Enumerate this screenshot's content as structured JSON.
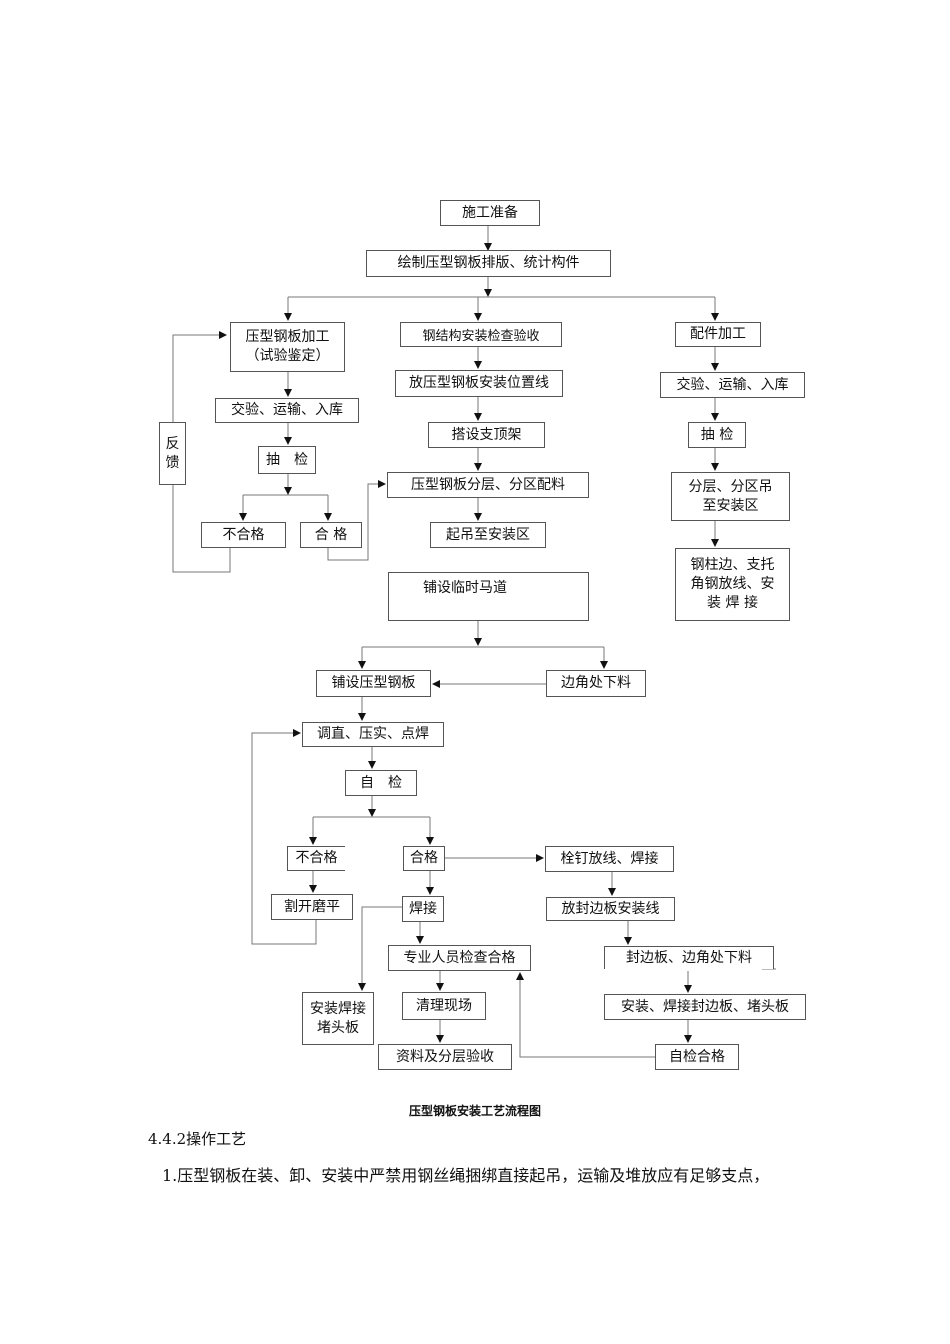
{
  "flowchart": {
    "start": "施工准备",
    "draw": "绘制压型钢板排版、统计构件",
    "left": {
      "process": "压型钢板加工\n（试验鉴定）",
      "transport": "交验、运输、入库",
      "inspect": "抽　检",
      "fail": "不合格",
      "pass": "合 格",
      "feedback": "反\n馈"
    },
    "center": {
      "accept": "钢结构安装检查验收",
      "setout": "放压型钢板安装位置线",
      "frame": "搭设支顶架",
      "layer": "压型钢板分层、分区配料",
      "lift": "起吊至安装区",
      "walkway": "铺设临时马道"
    },
    "right": {
      "process": "配件加工",
      "transport": "交验、运输、入库",
      "inspect": "抽 检",
      "zone": "分层、分区吊\n至安装区",
      "column": "钢柱边、支托\n角钢放线、安\n装 焊 接"
    },
    "install": {
      "lay": "铺设压型钢板",
      "corner": "边角处下料",
      "adjust": "调直、压实、点焊",
      "selfcheck": "自　检",
      "fail": "不合格",
      "pass": "合格",
      "cut": "割开磨平",
      "weld": "焊接",
      "stud": "栓钉放线、焊接",
      "edgeline": "放封边板安装线",
      "expert": "专业人员检查合格",
      "edgeplate": "封边板、边角处下料",
      "plug": "安装焊接\n堵头板",
      "clean": "清理现场",
      "install_edge": "安装、焊接封边板、堵头板",
      "docs": "资料及分层验收",
      "self_ok": "自检合格"
    }
  },
  "caption": "压型钢板安装工艺流程图",
  "section": {
    "number": "4.4.2",
    "title": "操作工艺"
  },
  "paragraph": "1.压型钢板在装、卸、安装中严禁用钢丝绳捆绑直接起吊，运输及堆放应有足够支点，"
}
